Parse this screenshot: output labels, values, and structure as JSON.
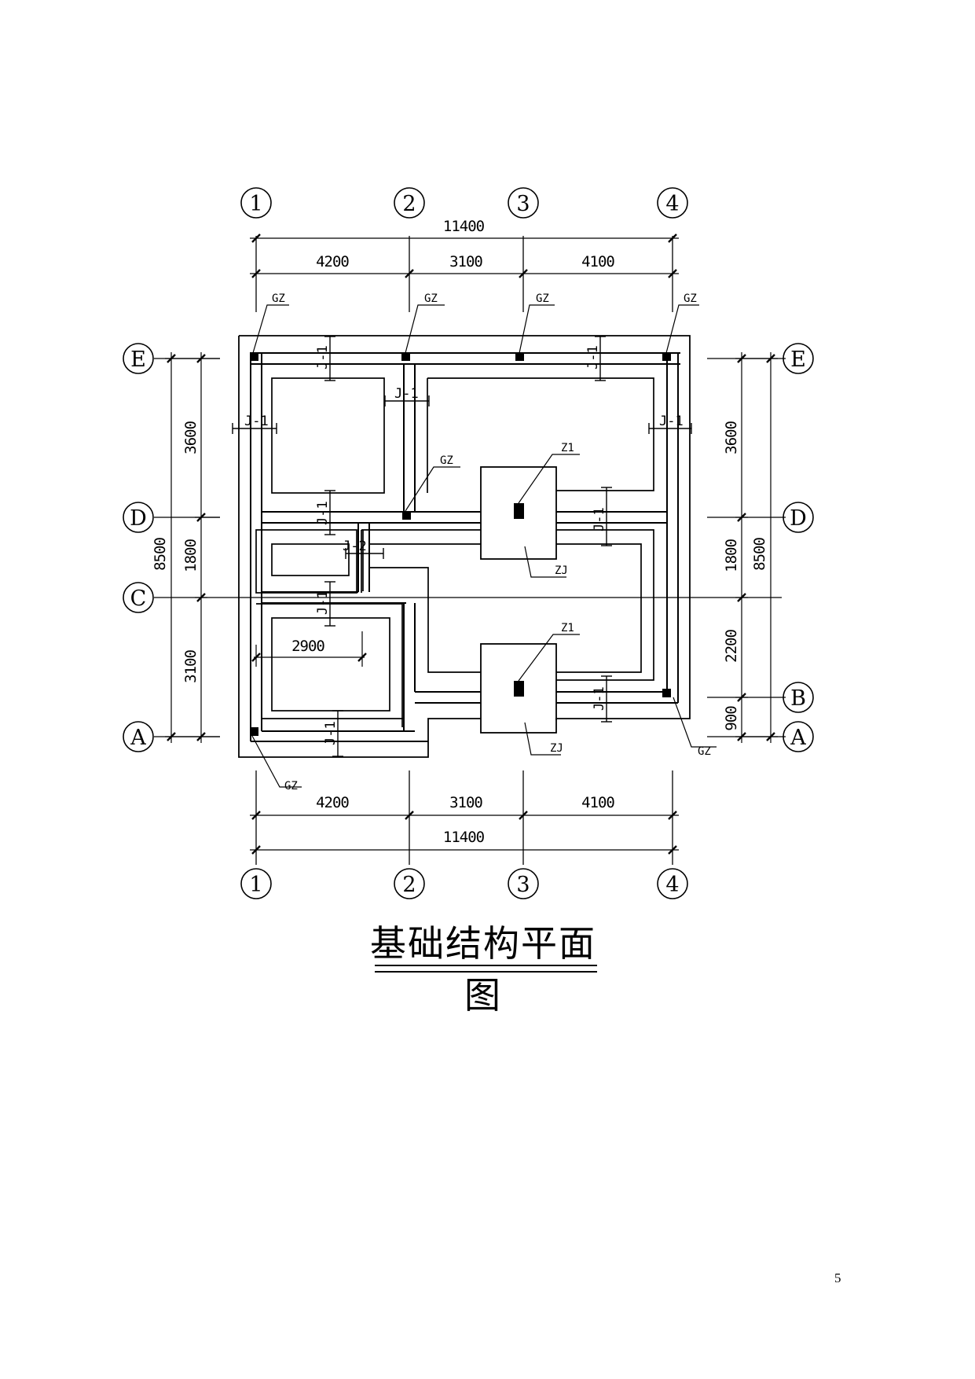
{
  "axes": {
    "numbers": [
      "1",
      "2",
      "3",
      "4"
    ],
    "letters": [
      "E",
      "D",
      "C",
      "B",
      "A"
    ]
  },
  "dimensions": {
    "top_total": "11400",
    "top_spans": [
      "4200",
      "3100",
      "4100"
    ],
    "bottom_spans": [
      "4200",
      "3100",
      "4100"
    ],
    "bottom_total": "11400",
    "left_total": "8500",
    "left_spans": [
      "3600",
      "1800",
      "3100"
    ],
    "right_total": "8500",
    "right_spans": [
      "3600",
      "1800",
      "2200",
      "900"
    ],
    "room_width": "2900"
  },
  "tags": {
    "gz": "GZ",
    "z1": "Z1",
    "zj": "ZJ"
  },
  "sections": {
    "j1": "J-1",
    "j2": "J-2"
  },
  "title": "基础结构平面图",
  "page_number": "5"
}
